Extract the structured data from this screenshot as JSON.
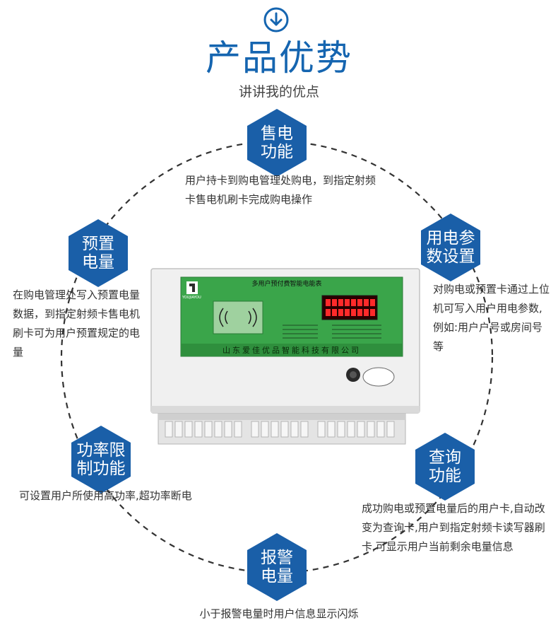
{
  "header": {
    "title": "产品优势",
    "subtitle": "讲讲我的优点"
  },
  "colors": {
    "brand_blue": "#1565b0",
    "hex_blue": "#1a5fa8",
    "panel_green": "#3aa54a",
    "lcd_red": "#ff2a2a"
  },
  "features": [
    {
      "line1": "售电",
      "line2": "功能",
      "desc": "用户持卡到购电管理处购电，到指定射频卡售电机刷卡完成购电操作"
    },
    {
      "line1": "用电参",
      "line2": "数设置",
      "desc": "对购电或预置卡通过上位机可写入用户用电参数,例如:用户户号或房间号等"
    },
    {
      "line1": "预置",
      "line2": "电量",
      "desc": "在购电管理处写入预置电量数据，到指定射频卡售电机刷卡可为用户预置规定的电量"
    },
    {
      "line1": "功率限",
      "line2": "制功能",
      "desc": "可设置用户所使用高功率,超功率断电"
    },
    {
      "line1": "查询",
      "line2": "功能",
      "desc": "成功购电或预置电量后的用户卡,自动改变为查询卡,用户到指定射频卡读写器刷卡,可显示用户当前剩余电量信息"
    },
    {
      "line1": "报警",
      "line2": "电量",
      "desc": "小于报警电量时用户信息显示闪烁"
    }
  ],
  "device": {
    "name": "多用户预付费智能电能表",
    "maker": "山东爱佳优品智能科技有限公司",
    "brand": "YOUJIAYOU",
    "readout_top": "88888888",
    "readout_bottom": "88888888"
  }
}
